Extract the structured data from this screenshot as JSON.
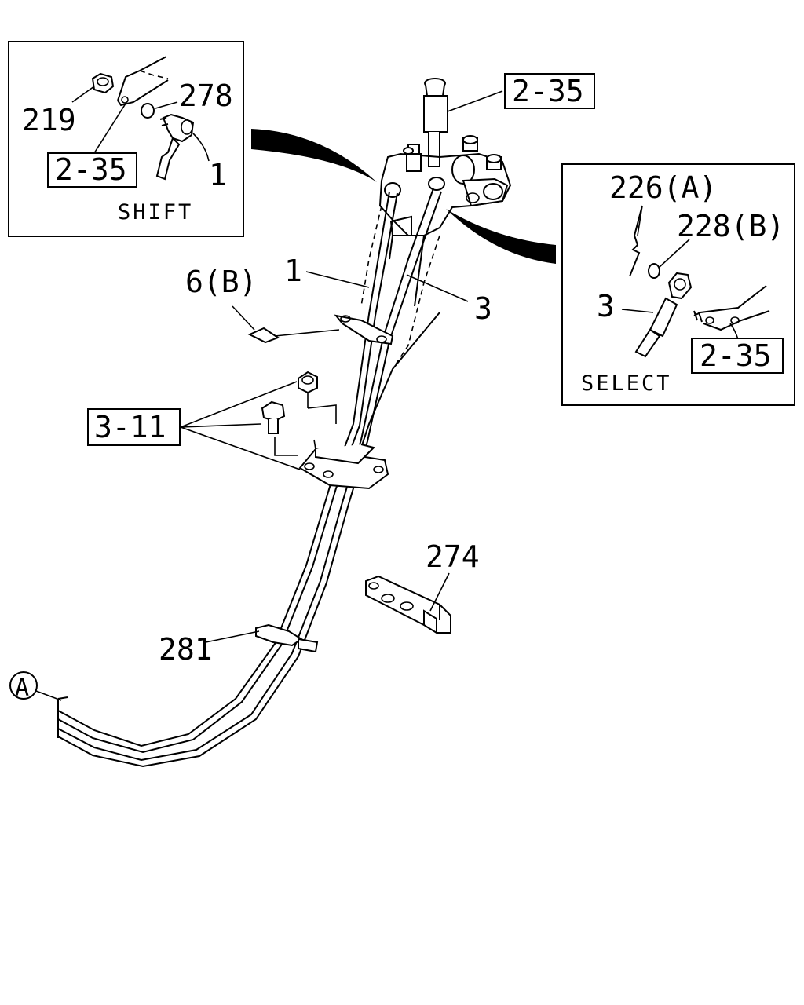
{
  "inset_shift": {
    "caption": "SHIFT",
    "callouts": {
      "nut": "219",
      "washer": "278",
      "ref_box": "2-35",
      "ball_joint": "1"
    }
  },
  "inset_select": {
    "caption": "SELECT",
    "callouts": {
      "clip": "226(A)",
      "washer": "228(B)",
      "ball_joint": "3",
      "ref_box": "2-35"
    }
  },
  "main": {
    "ref_top": "2-35",
    "cable_shift": "1",
    "cable_select": "3",
    "clip": "6(B)",
    "ref_bracket": "3-11",
    "retainer": "274",
    "band": "281",
    "point_a": "A"
  }
}
